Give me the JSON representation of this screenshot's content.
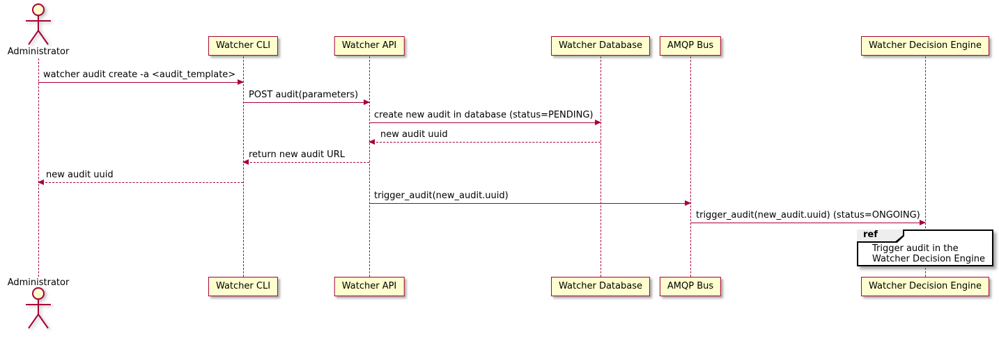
{
  "diagram": {
    "type": "uml-sequence-diagram",
    "participants": [
      {
        "id": "administrator",
        "label": "Administrator",
        "kind": "actor"
      },
      {
        "id": "watcher-cli",
        "label": "Watcher CLI",
        "kind": "participant"
      },
      {
        "id": "watcher-api",
        "label": "Watcher API",
        "kind": "participant"
      },
      {
        "id": "watcher-database",
        "label": "Watcher Database",
        "kind": "participant"
      },
      {
        "id": "amqp-bus",
        "label": "AMQP Bus",
        "kind": "participant"
      },
      {
        "id": "watcher-decision-engine",
        "label": "Watcher Decision Engine",
        "kind": "participant"
      }
    ],
    "messages": [
      {
        "from": "Administrator",
        "to": "Watcher CLI",
        "text": "watcher audit create -a <audit_template>",
        "arrow": "solid"
      },
      {
        "from": "Watcher CLI",
        "to": "Watcher API",
        "text": "POST audit(parameters)",
        "arrow": "solid"
      },
      {
        "from": "Watcher API",
        "to": "Watcher Database",
        "text": "create new audit in database (status=PENDING)",
        "arrow": "solid"
      },
      {
        "from": "Watcher Database",
        "to": "Watcher API",
        "text": "new audit uuid",
        "arrow": "dashed"
      },
      {
        "from": "Watcher API",
        "to": "Watcher CLI",
        "text": "return new audit URL",
        "arrow": "dashed"
      },
      {
        "from": "Watcher CLI",
        "to": "Administrator",
        "text": "new audit uuid",
        "arrow": "dashed"
      },
      {
        "from": "Watcher API",
        "to": "AMQP Bus",
        "text": "trigger_audit(new_audit.uuid)",
        "arrow": "solid"
      },
      {
        "from": "AMQP Bus",
        "to": "Watcher Decision Engine",
        "text": "trigger_audit(new_audit.uuid) (status=ONGOING)",
        "arrow": "solid"
      }
    ],
    "ref_fragment": {
      "keyword": "ref",
      "lines": [
        "Trigger audit in the",
        "Watcher Decision Engine"
      ]
    },
    "colors": {
      "participant_fill": "#FEFECE",
      "participant_border": "#A80036",
      "arrow_color": "#A80036",
      "lifeline_color": "#A80036",
      "text_color": "#000000",
      "ref_border": "#000000",
      "ref_tab_fill": "#EEEEEE",
      "background": "#FFFFFF"
    }
  }
}
